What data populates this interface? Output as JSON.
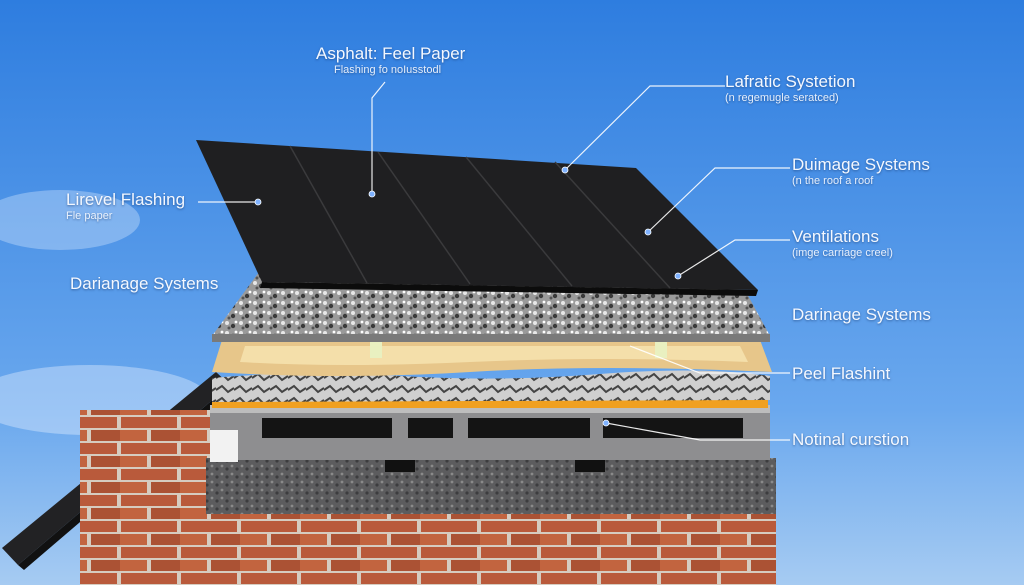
{
  "labels": {
    "asphalt": {
      "title": "Asphalt: Feel Paper",
      "subtitle": "Flashing fo noIusstodl"
    },
    "lateral": {
      "title": "Lafratic Systetion",
      "subtitle": "(n regemugle seratced)"
    },
    "drainage_top": {
      "title": "Duimage Systems",
      "subtitle": "(n the roof a roof"
    },
    "ventilations": {
      "title": "Ventilations",
      "subtitle": "(imge carriage creel)"
    },
    "drainage_mid": {
      "title": "Darinage Systems"
    },
    "feel_flash": {
      "title": "Peel Flashint"
    },
    "notional": {
      "title": "Notinal curstion"
    },
    "lirevel": {
      "title": "Lirevel Flashing",
      "subtitle": "Fle paper"
    },
    "drainage_left": {
      "title": "Darianage Systems"
    }
  },
  "colors": {
    "sky_top": "#2f7fe0",
    "sky_bottom": "#a9cdf2",
    "shingle": "#1f1f21",
    "insulation": "#e8c88a",
    "orange_strip": "#f0a020",
    "brick": "#b85a3a",
    "mortar": "#d8cfc4"
  }
}
